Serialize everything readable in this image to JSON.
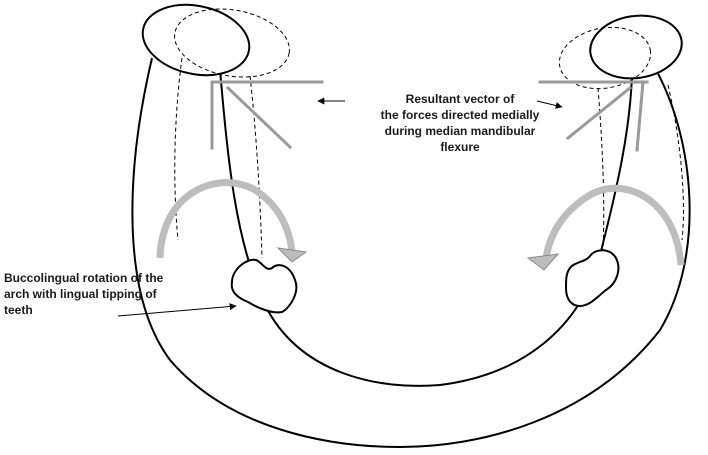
{
  "annotations": {
    "resultant_vector": {
      "lines": [
        "Resultant vector of",
        "the forces directed medially",
        "during median mandibular",
        "flexure"
      ]
    },
    "buccolingual_rotation": {
      "lines": [
        "Buccolingual rotation of the",
        "arch with lingual tipping of",
        "teeth"
      ]
    }
  },
  "colors": {
    "outline": "#000000",
    "force_vector": "#9a9a9a",
    "rotation_arrow_light": "#d8d8d8",
    "rotation_arrow_dark": "#8a8a8a"
  }
}
